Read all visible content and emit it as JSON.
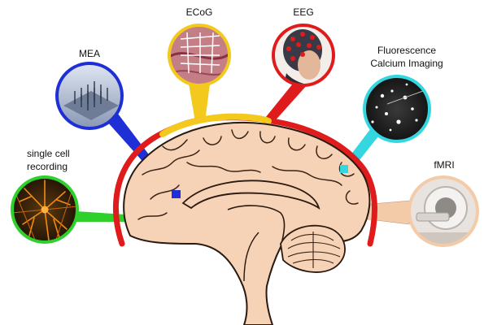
{
  "labels": {
    "ecog": "ECoG",
    "eeg": "EEG",
    "mea": "MEA",
    "fluorescence_line1": "Fluorescence",
    "fluorescence_line2": "Calcium Imaging",
    "single_cell_line1": "single cell",
    "single_cell_line2": "recording",
    "fmri": "fMRI"
  },
  "colors": {
    "brain_fill": "#f6d2b6",
    "brain_outline": "#2a1a10",
    "ecog": "#f2c91c",
    "eeg": "#e01b1b",
    "mea": "#1f2fd6",
    "fluorescence": "#34d6e0",
    "single_cell": "#2ed12b",
    "fmri": "#f4cba8"
  },
  "icons": [
    "mea-electrode-array-icon",
    "ecog-grid-icon",
    "eeg-cap-head-icon",
    "calcium-imaging-micrograph-icon",
    "neuron-micrograph-icon",
    "mri-scanner-icon"
  ]
}
